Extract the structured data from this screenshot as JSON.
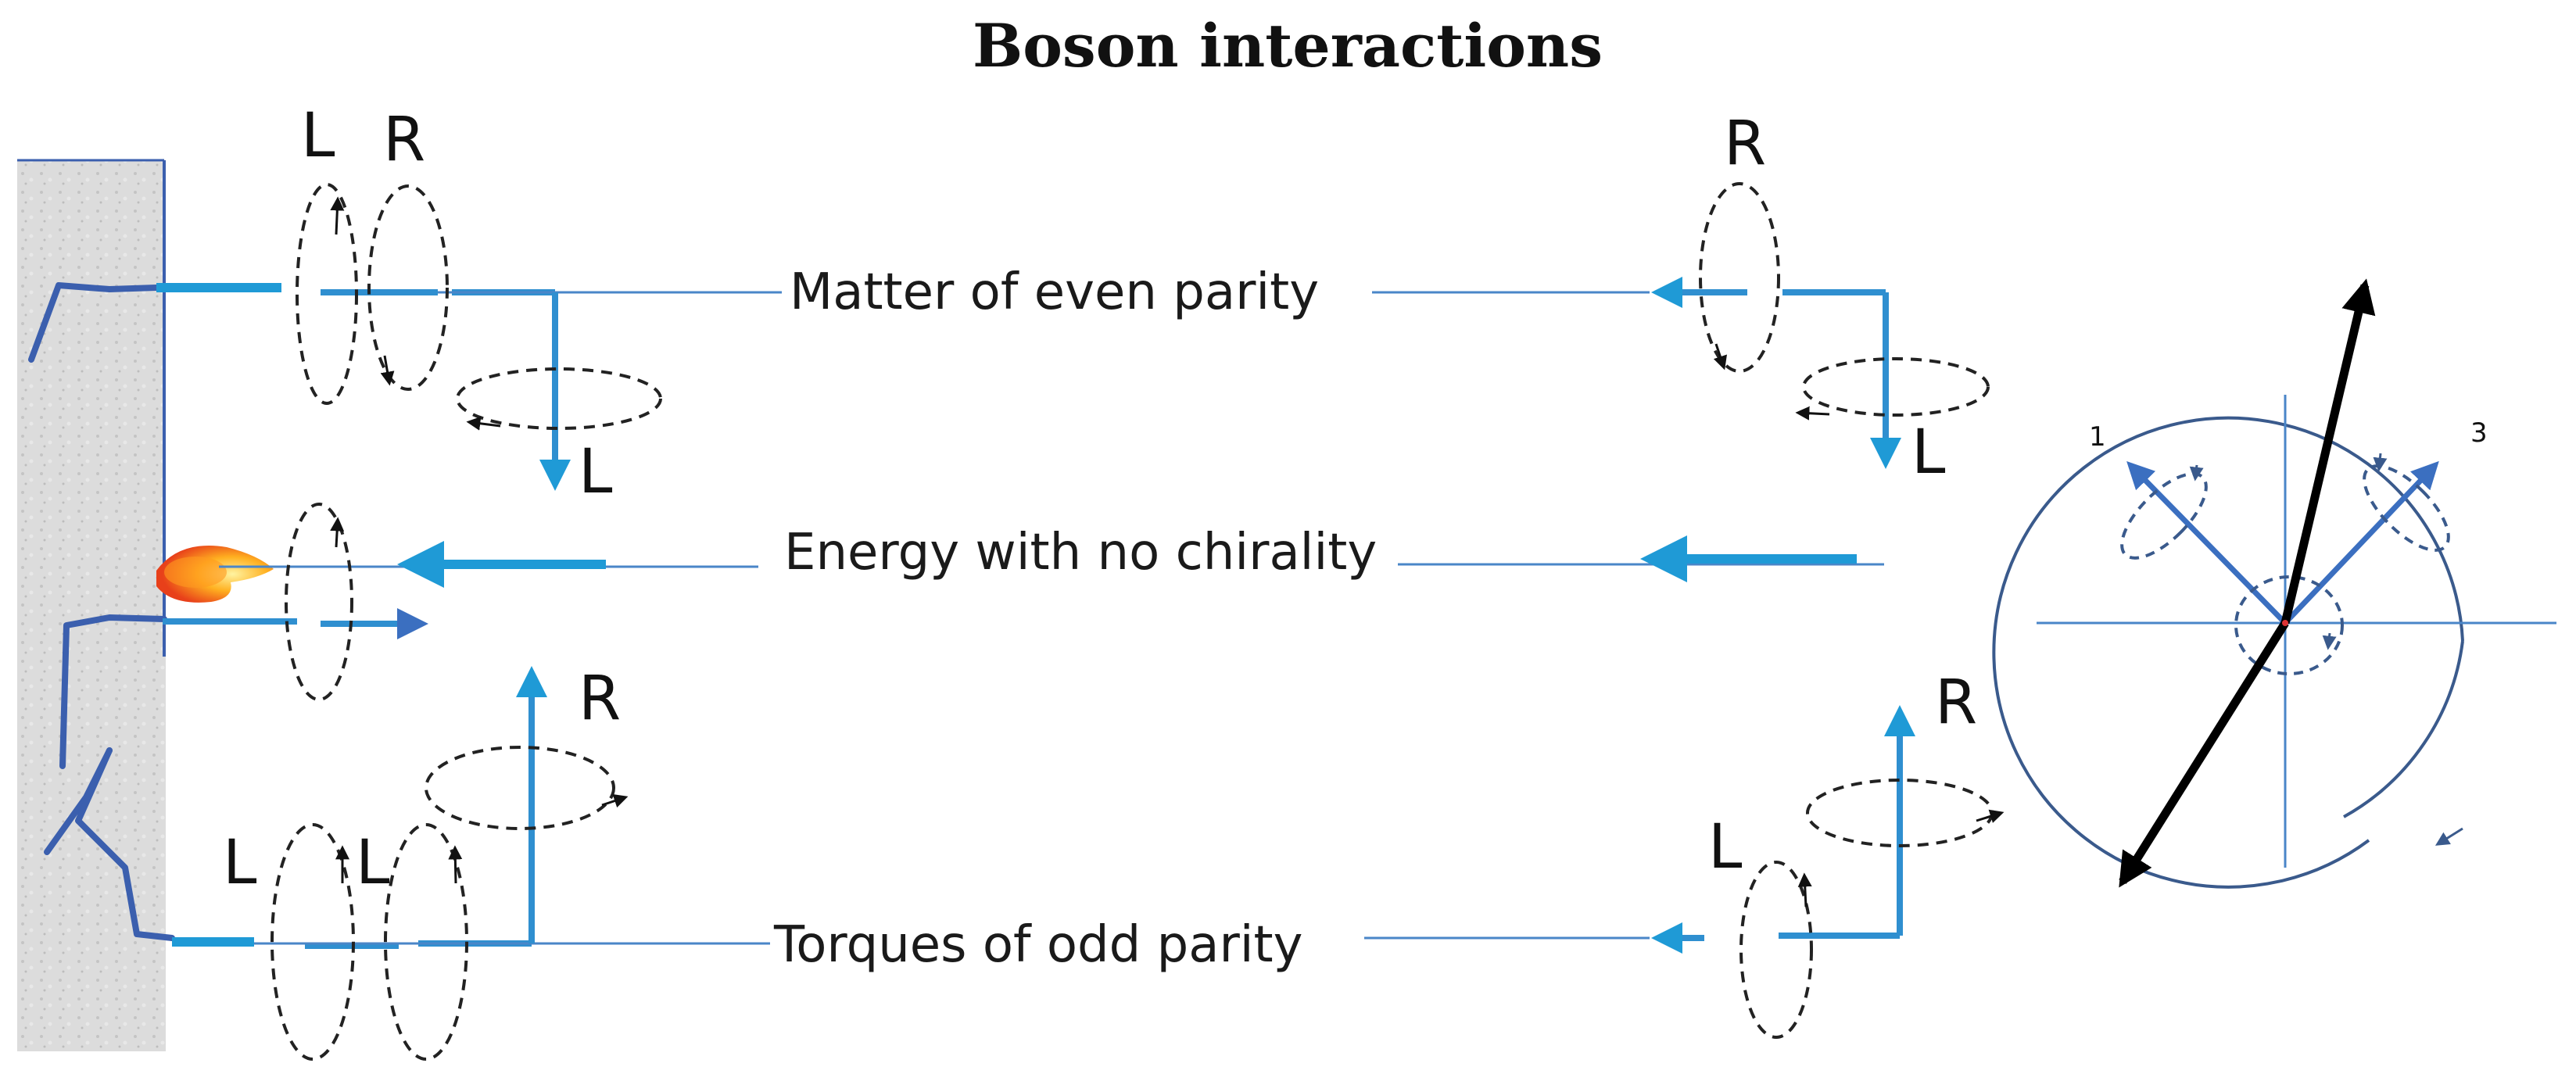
{
  "title": "Boson interactions",
  "rows": {
    "even": {
      "caption": "Matter of even parity",
      "left_labels": [
        "L",
        "R"
      ],
      "spin_label": "L",
      "right_top_label": "R",
      "right_spin_label": "L"
    },
    "energy": {
      "caption": "Energy with no chirality"
    },
    "odd": {
      "caption": "Torques of odd parity",
      "left_labels": [
        "L",
        "L"
      ],
      "spin_label": "R",
      "right_left_label": "L",
      "right_spin_label": "R"
    }
  },
  "clock": {
    "label_1": "1",
    "label_3": "3"
  },
  "colors": {
    "axis_blue": "#4a86c8",
    "arrow_cyan": "#1f9ad6",
    "wall": "#d8d8d8",
    "text": "#1a1a1a"
  }
}
